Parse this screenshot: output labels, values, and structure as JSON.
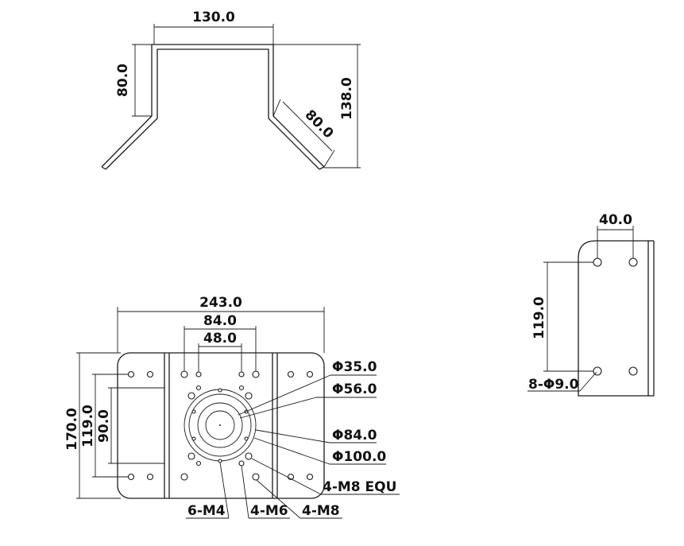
{
  "dimensions": {
    "top_width": "130.0",
    "top_height": "80.0",
    "top_overall_height": "138.0",
    "top_flange": "80.0",
    "plate_width": "243.0",
    "hole_span_84": "84.0",
    "hole_span_48": "48.0",
    "plate_height": "170.0",
    "slot_span_119": "119.0",
    "slot_span_90": "90.0",
    "side_hole_spacing": "40.0",
    "side_hole_height": "119.0"
  },
  "callouts": {
    "dia_35": "Φ35.0",
    "dia_56": "Φ56.0",
    "dia_84": "Φ84.0",
    "dia_100": "Φ100.0",
    "m8_equ": "4-M8 EQU",
    "m4": "6-M4",
    "m6": "4-M6",
    "m8": "4-M8",
    "side_holes": "8-Φ9.0"
  }
}
